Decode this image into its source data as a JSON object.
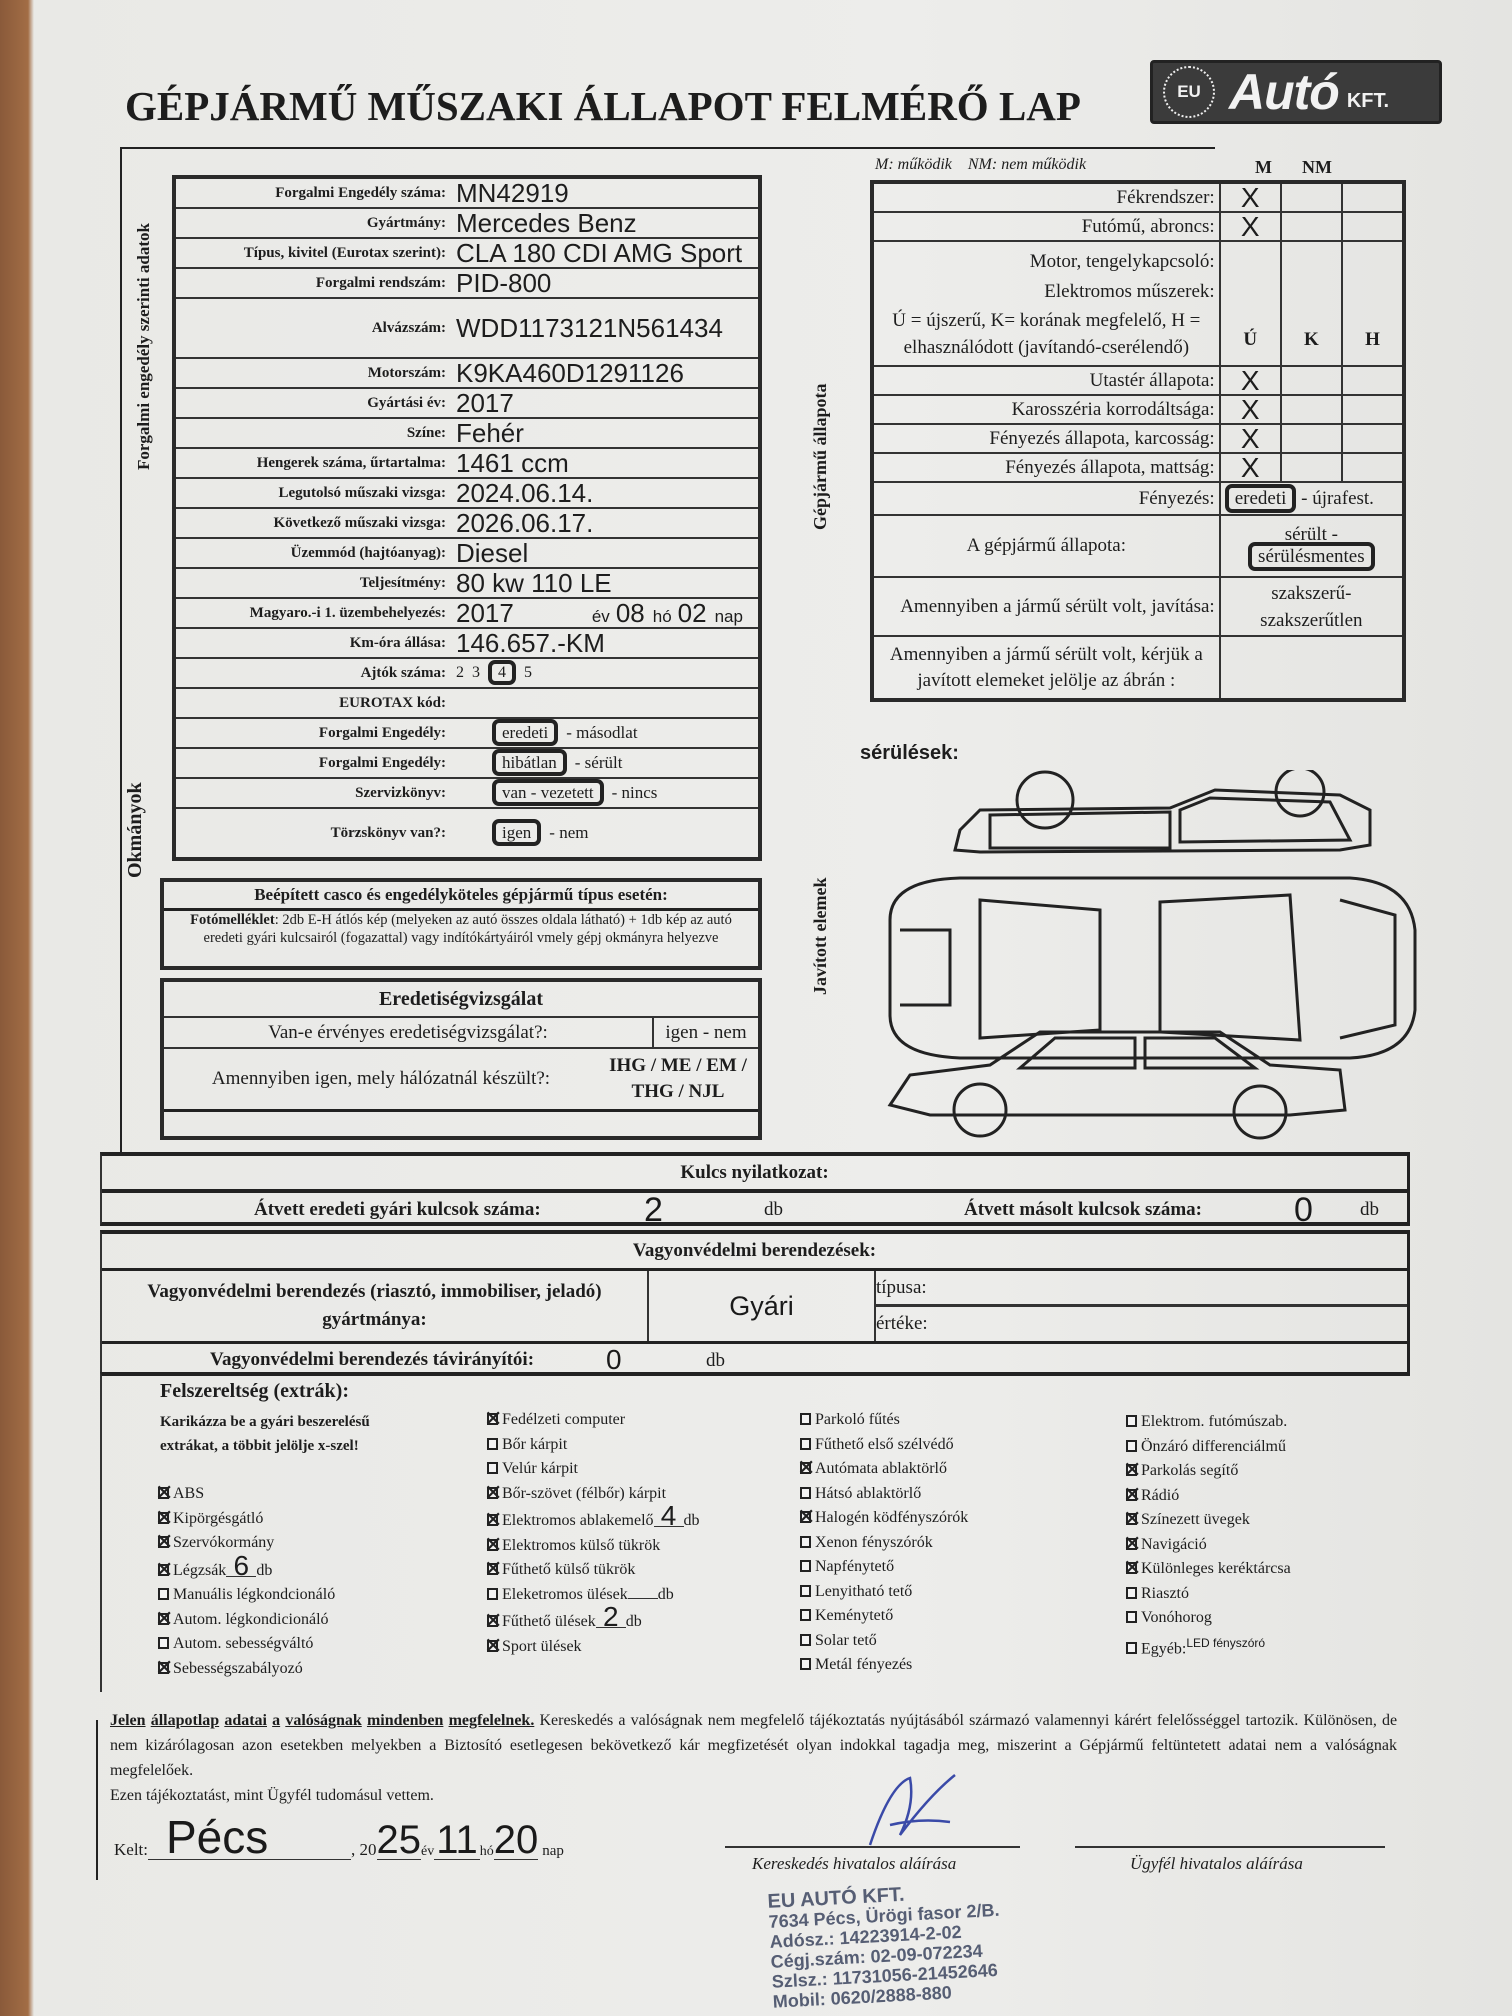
{
  "header": {
    "title": "GÉPJÁRMŰ MŰSZAKI ÁLLAPOT FELMÉRŐ LAP",
    "logo": {
      "eu": "EU",
      "brand": "Autó",
      "suffix": "KFT."
    }
  },
  "side_labels": {
    "registration": "Forgalmi engedély szerinti adatok",
    "documents": "Okmányok",
    "condition": "Gépjármű állapota",
    "repaired": "Javított elemek"
  },
  "vehicle": {
    "rows": [
      {
        "label": "Forgalmi Engedély száma:",
        "value": "MN42919"
      },
      {
        "label": "Gyártmány:",
        "value": "Mercedes Benz"
      },
      {
        "label": "Típus, kivitel (Eurotax szerint):",
        "value": "CLA 180 CDI AMG Sport"
      },
      {
        "label": "Forgalmi rendszám:",
        "value": "PID-800"
      },
      {
        "label": "Alvázszám:",
        "value": "WDD1173121N561434",
        "tall": true
      },
      {
        "label": "Motorszám:",
        "value": "K9KA460D1291126"
      },
      {
        "label": "Gyártási év:",
        "value": "2017"
      },
      {
        "label": "Színe:",
        "value": "Fehér"
      },
      {
        "label": "Hengerek száma, űrtartalma:",
        "value": "1461 ccm"
      },
      {
        "label": "Legutolsó műszaki vizsga:",
        "value": "2024.06.14."
      },
      {
        "label": "Következő műszaki vizsga:",
        "value": "2026.06.17."
      },
      {
        "label": "Üzemmód (hajtóanyag):",
        "value": "Diesel"
      },
      {
        "label": "Teljesítmény:",
        "value": "80 kw 110 LE"
      },
      {
        "label": "Magyaro.-i 1. üzembehelyezés:",
        "parts": [
          {
            "t": "2017",
            "k": "hand"
          },
          {
            "t": "év",
            "k": "unit",
            "gap": true
          },
          {
            "t": "08",
            "k": "hand"
          },
          {
            "t": "hó",
            "k": "unit"
          },
          {
            "t": "02",
            "k": "hand"
          },
          {
            "t": "nap",
            "k": "unit"
          }
        ]
      },
      {
        "label": "Km-óra állása:",
        "value": "146.657.-KM"
      },
      {
        "label": "Ajtók száma:",
        "parts": [
          {
            "t": "2",
            "k": "opt"
          },
          {
            "t": "3",
            "k": "opt"
          },
          {
            "t": "4",
            "k": "circ"
          },
          {
            "t": "5",
            "k": "opt"
          }
        ]
      },
      {
        "label": "EUROTAX kód:",
        "parts": []
      },
      {
        "label": "Forgalmi Engedély:",
        "parts": [
          {
            "t": "eredeti",
            "k": "circ"
          },
          {
            "t": "- másodlat",
            "k": "opt"
          }
        ]
      },
      {
        "label": "Forgalmi Engedély:",
        "parts": [
          {
            "t": "hibátlan",
            "k": "circ"
          },
          {
            "t": "- sérült",
            "k": "opt"
          }
        ]
      },
      {
        "label": "Szervizkönyv:",
        "parts": [
          {
            "t": "van - vezetett",
            "k": "circ"
          },
          {
            "t": "- nincs",
            "k": "opt"
          }
        ]
      },
      {
        "label": "Törzskönyv van?:",
        "parts": [
          {
            "t": "igen",
            "k": "circ"
          },
          {
            "t": "- nem",
            "k": "opt"
          }
        ]
      }
    ]
  },
  "casco": {
    "title": "Beépített casco és engedélyköteles gépjármű típus esetén:",
    "text_bold": "Fotómelléklet",
    "text": ": 2db E-H átlós kép (melyeken az autó összes oldala látható) + 1db kép az autó eredeti gyári kulcsairól (fogazattal) vagy indítókártyáiról vmely gépj okmányra helyezve"
  },
  "origin_check": {
    "title": "Eredetiségvizsgálat",
    "q1": "Van-e érvényes eredetiségvizsgálat?:",
    "a1": "igen - nem",
    "q2": "Amennyiben igen, mely hálózatnál készült?:",
    "a2": "IHG / ME / EM / THG / NJL"
  },
  "condition": {
    "legend": "M: működik    NM: nem működik",
    "col_m": "M",
    "col_nm": "NM",
    "rows_top": [
      {
        "label": "Fékrendszer:",
        "mark": "X"
      },
      {
        "label": "Futómű, abroncs:",
        "mark": "X"
      }
    ],
    "motor_label": "Motor, tengelykapcsoló:",
    "electric_label": "Elektromos műszerek:",
    "scale_text": "Ú = újszerű, K= korának megfelelő, H = elhasználódott (javítandó-cserélendő)",
    "col_u": "Ú",
    "col_k": "K",
    "col_h": "H",
    "rows_bottom": [
      {
        "label": "Utastér állapota:",
        "mark": "X"
      },
      {
        "label": "Karosszéria korrodáltsága:",
        "mark": "X"
      },
      {
        "label": "Fényezés állapota, karcosság:",
        "mark": "X"
      },
      {
        "label": "Fényezés állapota, mattság:",
        "mark": "X"
      }
    ],
    "paint_label": "Fényezés:",
    "paint_selected": "eredeti",
    "paint_other": "- újrafest.",
    "state_label": "A gépjármű állapota:",
    "state_other": "sérült -",
    "state_selected": "sérülésmentes",
    "repair_label": "Amennyiben a jármű sérült volt, javítása:",
    "repair_options": "szakszerű- szakszerűtlen",
    "mark_label": "Amennyiben a jármű sérült volt, kérjük a javított elemeket jelölje az ábrán :",
    "damage_label": "sérülések:"
  },
  "keys": {
    "title": "Kulcs nyilatkozat:",
    "original_label": "Átvett eredeti gyári kulcsok száma:",
    "original_count": "2",
    "copy_label": "Átvett másolt kulcsok száma:",
    "copy_count": "0",
    "unit": "db"
  },
  "security": {
    "title": "Vagyonvédelmi berendezések:",
    "maker_label": "Vagyonvédelmi berendezés (riasztó, immobiliser, jeladó) gyártmánya:",
    "maker_value": "Gyári",
    "type_label": "típusa:",
    "value_label": "értéke:",
    "remote_label": "Vagyonvédelmi berendezés távirányítói:",
    "remote_count": "0",
    "unit": "db"
  },
  "equipment": {
    "title": "Felszereltség (extrák):",
    "instruction": "Karikázza be a gyári beszerelésű extrákat, a többit jelölje x-szel!",
    "columns": [
      [
        {
          "label": "ABS",
          "checked": true
        },
        {
          "label": "Kipörgésgátló",
          "checked": true
        },
        {
          "label": "Szervókormány",
          "checked": true
        },
        {
          "label": "Légzsák",
          "checked": true,
          "qty": "6",
          "unit": "db"
        },
        {
          "label": "Manuális légkondcionáló",
          "checked": false
        },
        {
          "label": "Autom. légkondicionáló",
          "checked": true
        },
        {
          "label": "Autom. sebességváltó",
          "checked": false
        },
        {
          "label": "Sebességszabályozó",
          "checked": true
        }
      ],
      [
        {
          "label": "Fedélzeti computer",
          "checked": true
        },
        {
          "label": "Bőr kárpit",
          "checked": false
        },
        {
          "label": "Velúr kárpit",
          "checked": false
        },
        {
          "label": "Bőr-szövet (félbőr) kárpit",
          "checked": true
        },
        {
          "label": "Elektromos ablakemelő",
          "checked": true,
          "qty": "4",
          "unit": "db"
        },
        {
          "label": "Elektromos külső tükrök",
          "checked": true
        },
        {
          "label": "Fűthető külső tükrök",
          "checked": true
        },
        {
          "label": "Eleketromos ülések",
          "checked": false,
          "qty": "",
          "unit": "db"
        },
        {
          "label": "Fűthető ülések",
          "checked": true,
          "qty": "2",
          "unit": "db"
        },
        {
          "label": "Sport ülések",
          "checked": true
        }
      ],
      [
        {
          "label": "Parkoló fűtés",
          "checked": false
        },
        {
          "label": "Fűthető első szélvédő",
          "checked": false
        },
        {
          "label": "Autómata ablaktörlő",
          "checked": true
        },
        {
          "label": "Hátsó ablaktörlő",
          "checked": false
        },
        {
          "label": "Halogén ködfényszórók",
          "checked": true
        },
        {
          "label": "Xenon fényszórók",
          "checked": false
        },
        {
          "label": "Napfénytető",
          "checked": false
        },
        {
          "label": "Lenyitható tető",
          "checked": false
        },
        {
          "label": "Keménytető",
          "checked": false
        },
        {
          "label": "Solar tető",
          "checked": false
        },
        {
          "label": "Metál fényezés",
          "checked": false
        }
      ],
      [
        {
          "label": "Elektrom. futómúszab.",
          "checked": false
        },
        {
          "label": "Önzáró differenciálmű",
          "checked": false
        },
        {
          "label": "Parkolás segítő",
          "checked": true
        },
        {
          "label": "Rádió",
          "checked": true
        },
        {
          "label": "Színezett üvegek",
          "checked": true
        },
        {
          "label": "Navigáció",
          "checked": true
        },
        {
          "label": "Különleges keréktárcsa",
          "checked": true
        },
        {
          "label": "Riasztó",
          "checked": false
        },
        {
          "label": "Vonóhorog",
          "checked": false
        },
        {
          "label": "Egyéb:",
          "checked": false,
          "note": "LED fényszóró"
        }
      ]
    ]
  },
  "declaration": {
    "underlined": [
      "Jelen",
      "állapotlap",
      "adatai",
      "a",
      "valóságnak",
      "mindenben",
      "megfelelnek."
    ],
    "text": "Kereskedés a valóságnak nem megfelelő tájékoztatás nyújtásából származó valamennyi kárért felelősséggel tartozik. Különösen, de nem kizárólagosan azon esetekben melyekben a Biztosító esetlegesen bekövetkező kár megfizetését olyan indokkal tagadja meg, miszerint a Gépjármű feltüntetett adatai nem a valóságnak megfelelőek.",
    "ack": "Ezen tájékoztatást, mint Ügyfél tudomásul vettem."
  },
  "signing": {
    "kelt_label": "Kelt:",
    "place": "Pécs",
    "century": ", 20",
    "year": "25",
    "ev": "év",
    "month": "11",
    "ho": "hó",
    "day": "20",
    "nap": "nap",
    "dealer_caption": "Kereskedés hivatalos aláírása",
    "client_caption": "Ügyfél hivatalos aláírása"
  },
  "stamp": {
    "lines": [
      "EU AUTÓ KFT.",
      "7634 Pécs, Ürögi fasor 2/B.",
      "Adósz.: 14223914-2-02",
      "Cégj.szám: 02-09-072234",
      "Szlsz.: 11731056-21452646",
      "Mobil: 0620/2888-880"
    ]
  },
  "colors": {
    "ink": "#1d1d1d",
    "paper": "#ededeb",
    "stamp": "#3c4660",
    "signature": "#3a4aa8"
  }
}
